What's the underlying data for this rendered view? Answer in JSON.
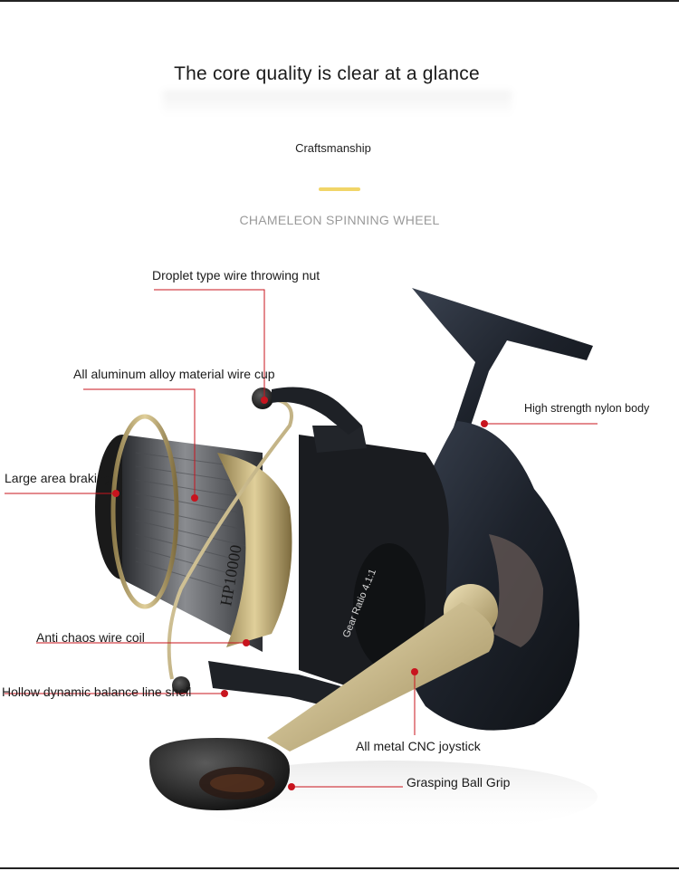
{
  "header": {
    "headline": "The core quality is clear at a glance",
    "subhead": "Craftsmanship",
    "section_title": "CHAMELEON SPINNING WHEEL"
  },
  "product": {
    "spool_marking": "HP10000",
    "gear_ratio_marking": "Gear Ratio 4.1:1"
  },
  "callouts": {
    "wire_throwing_nut": "Droplet type wire throwing nut",
    "wire_cup": "All aluminum alloy material wire cup",
    "braking": "Large area braking",
    "nylon_body": "High strength nylon body",
    "wire_coil": "Anti chaos wire coil",
    "line_shell": "Hollow dynamic balance line shell",
    "joystick": "All metal CNC joystick",
    "ball_grip": "Grasping Ball Grip"
  },
  "colors": {
    "leader_line": "#c8141e",
    "marker": "#c8141e",
    "accent": "#f1d568"
  }
}
